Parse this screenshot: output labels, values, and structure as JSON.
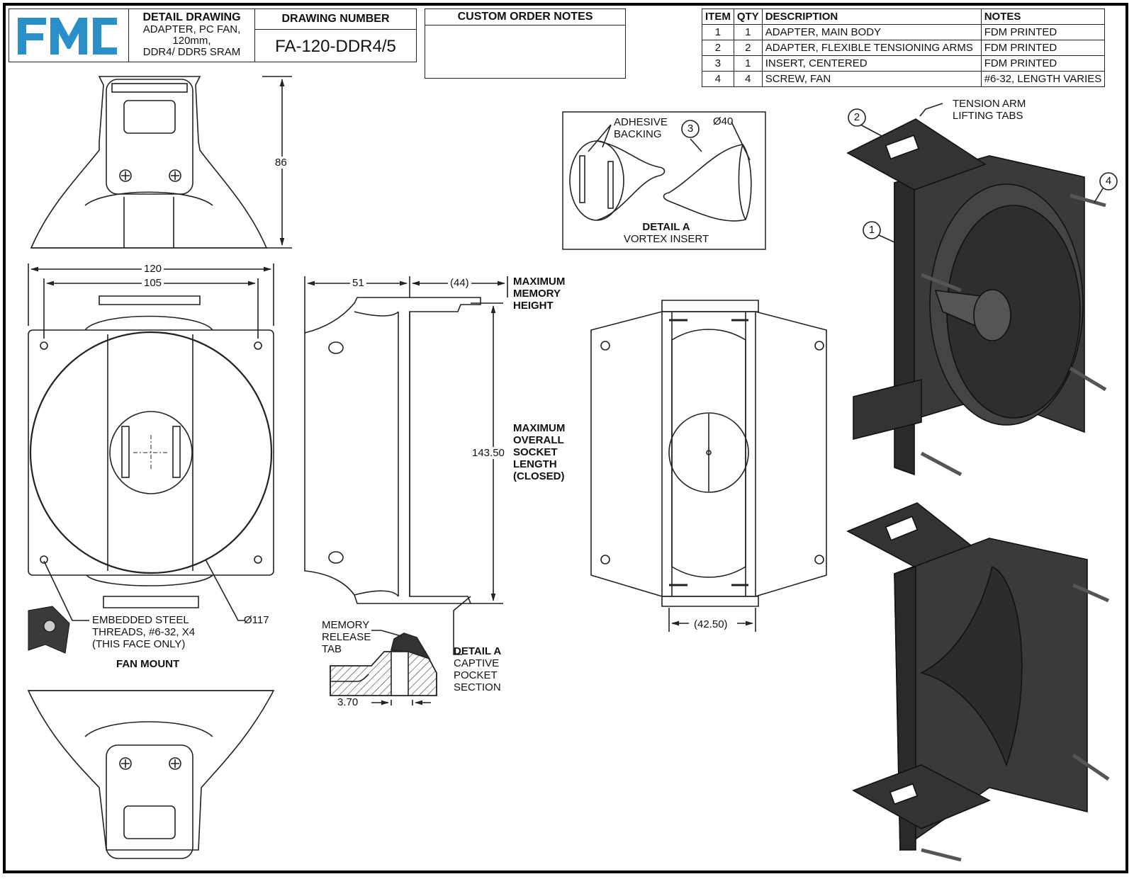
{
  "title_block": {
    "logo_text": "FMC",
    "detail_heading": "DETAIL DRAWING",
    "detail_desc_lines": [
      "ADAPTER, PC FAN,",
      "120mm,",
      "DDR4/ DDR5 SRAM"
    ],
    "drawing_number_heading": "DRAWING NUMBER",
    "drawing_number": "FA-120-DDR4/5",
    "custom_notes_heading": "CUSTOM ORDER NOTES"
  },
  "bom": {
    "headers": [
      "ITEM",
      "QTY",
      "DESCRIPTION",
      "NOTES"
    ],
    "rows": [
      {
        "item": "1",
        "qty": "1",
        "description": "ADAPTER, MAIN BODY",
        "notes": "FDM PRINTED"
      },
      {
        "item": "2",
        "qty": "2",
        "description": "ADAPTER, FLEXIBLE TENSIONING ARMS",
        "notes": "FDM PRINTED"
      },
      {
        "item": "3",
        "qty": "1",
        "description": "INSERT, CENTERED",
        "notes": "FDM PRINTED"
      },
      {
        "item": "4",
        "qty": "4",
        "description": "SCREW, FAN",
        "notes": "#6-32, LENGTH VARIES"
      }
    ]
  },
  "dimensions": {
    "height_86": "86",
    "width_120": "120",
    "width_105": "105",
    "depth_51": "51",
    "depth_44": "(44)",
    "length_143": "143.50",
    "width_42": "(42.50)",
    "diameter_117": "Ø117",
    "diameter_40": "Ø40",
    "tab_370": "3.70"
  },
  "notes": {
    "max_memory_height": [
      "MAXIMUM",
      "MEMORY",
      "HEIGHT"
    ],
    "max_socket_length": [
      "MAXIMUM",
      "OVERALL",
      "SOCKET",
      "LENGTH",
      "(CLOSED)"
    ],
    "embedded_threads": [
      "EMBEDDED STEEL",
      "THREADS, #6-32, X4",
      "(THIS FACE ONLY)"
    ],
    "fan_mount": "FAN MOUNT",
    "memory_release_tab": [
      "MEMORY",
      "RELEASE",
      "TAB"
    ],
    "detail_a_captive": [
      "DETAIL A",
      "CAPTIVE",
      "POCKET",
      "SECTION"
    ],
    "adhesive_backing": [
      "ADHESIVE",
      "BACKING"
    ],
    "detail_a_vortex": [
      "DETAIL A",
      "VORTEX INSERT"
    ],
    "tension_arm_tabs": [
      "TENSION ARM",
      "LIFTING TABS"
    ]
  },
  "balloons": [
    "1",
    "2",
    "3",
    "4"
  ],
  "colors": {
    "logo_blue": "#2a8fc8",
    "part_dark": "#3a3a3a",
    "line": "#222222"
  }
}
